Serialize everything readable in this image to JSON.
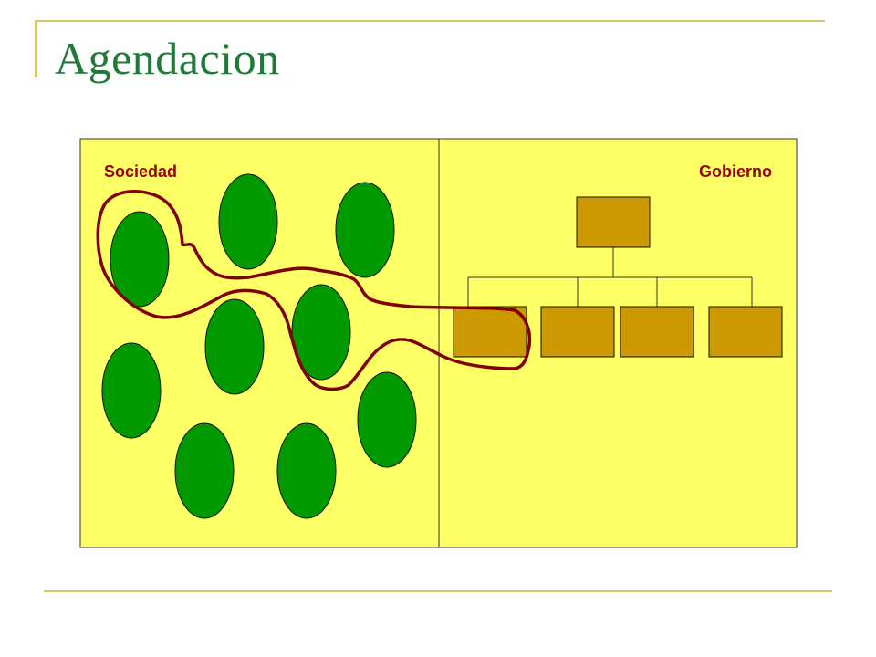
{
  "slide": {
    "title": "Agendacion"
  },
  "diagram": {
    "left_panel_label": "Sociedad",
    "right_panel_label": "Gobierno",
    "colors": {
      "panel_fill": "#ffff66",
      "label_text": "#990000",
      "ellipse_fill": "#009900",
      "box_fill": "#cc9900",
      "agenda_stroke": "#800000",
      "title_text": "#1f7a35",
      "accent_line": "#d6c56a"
    }
  }
}
